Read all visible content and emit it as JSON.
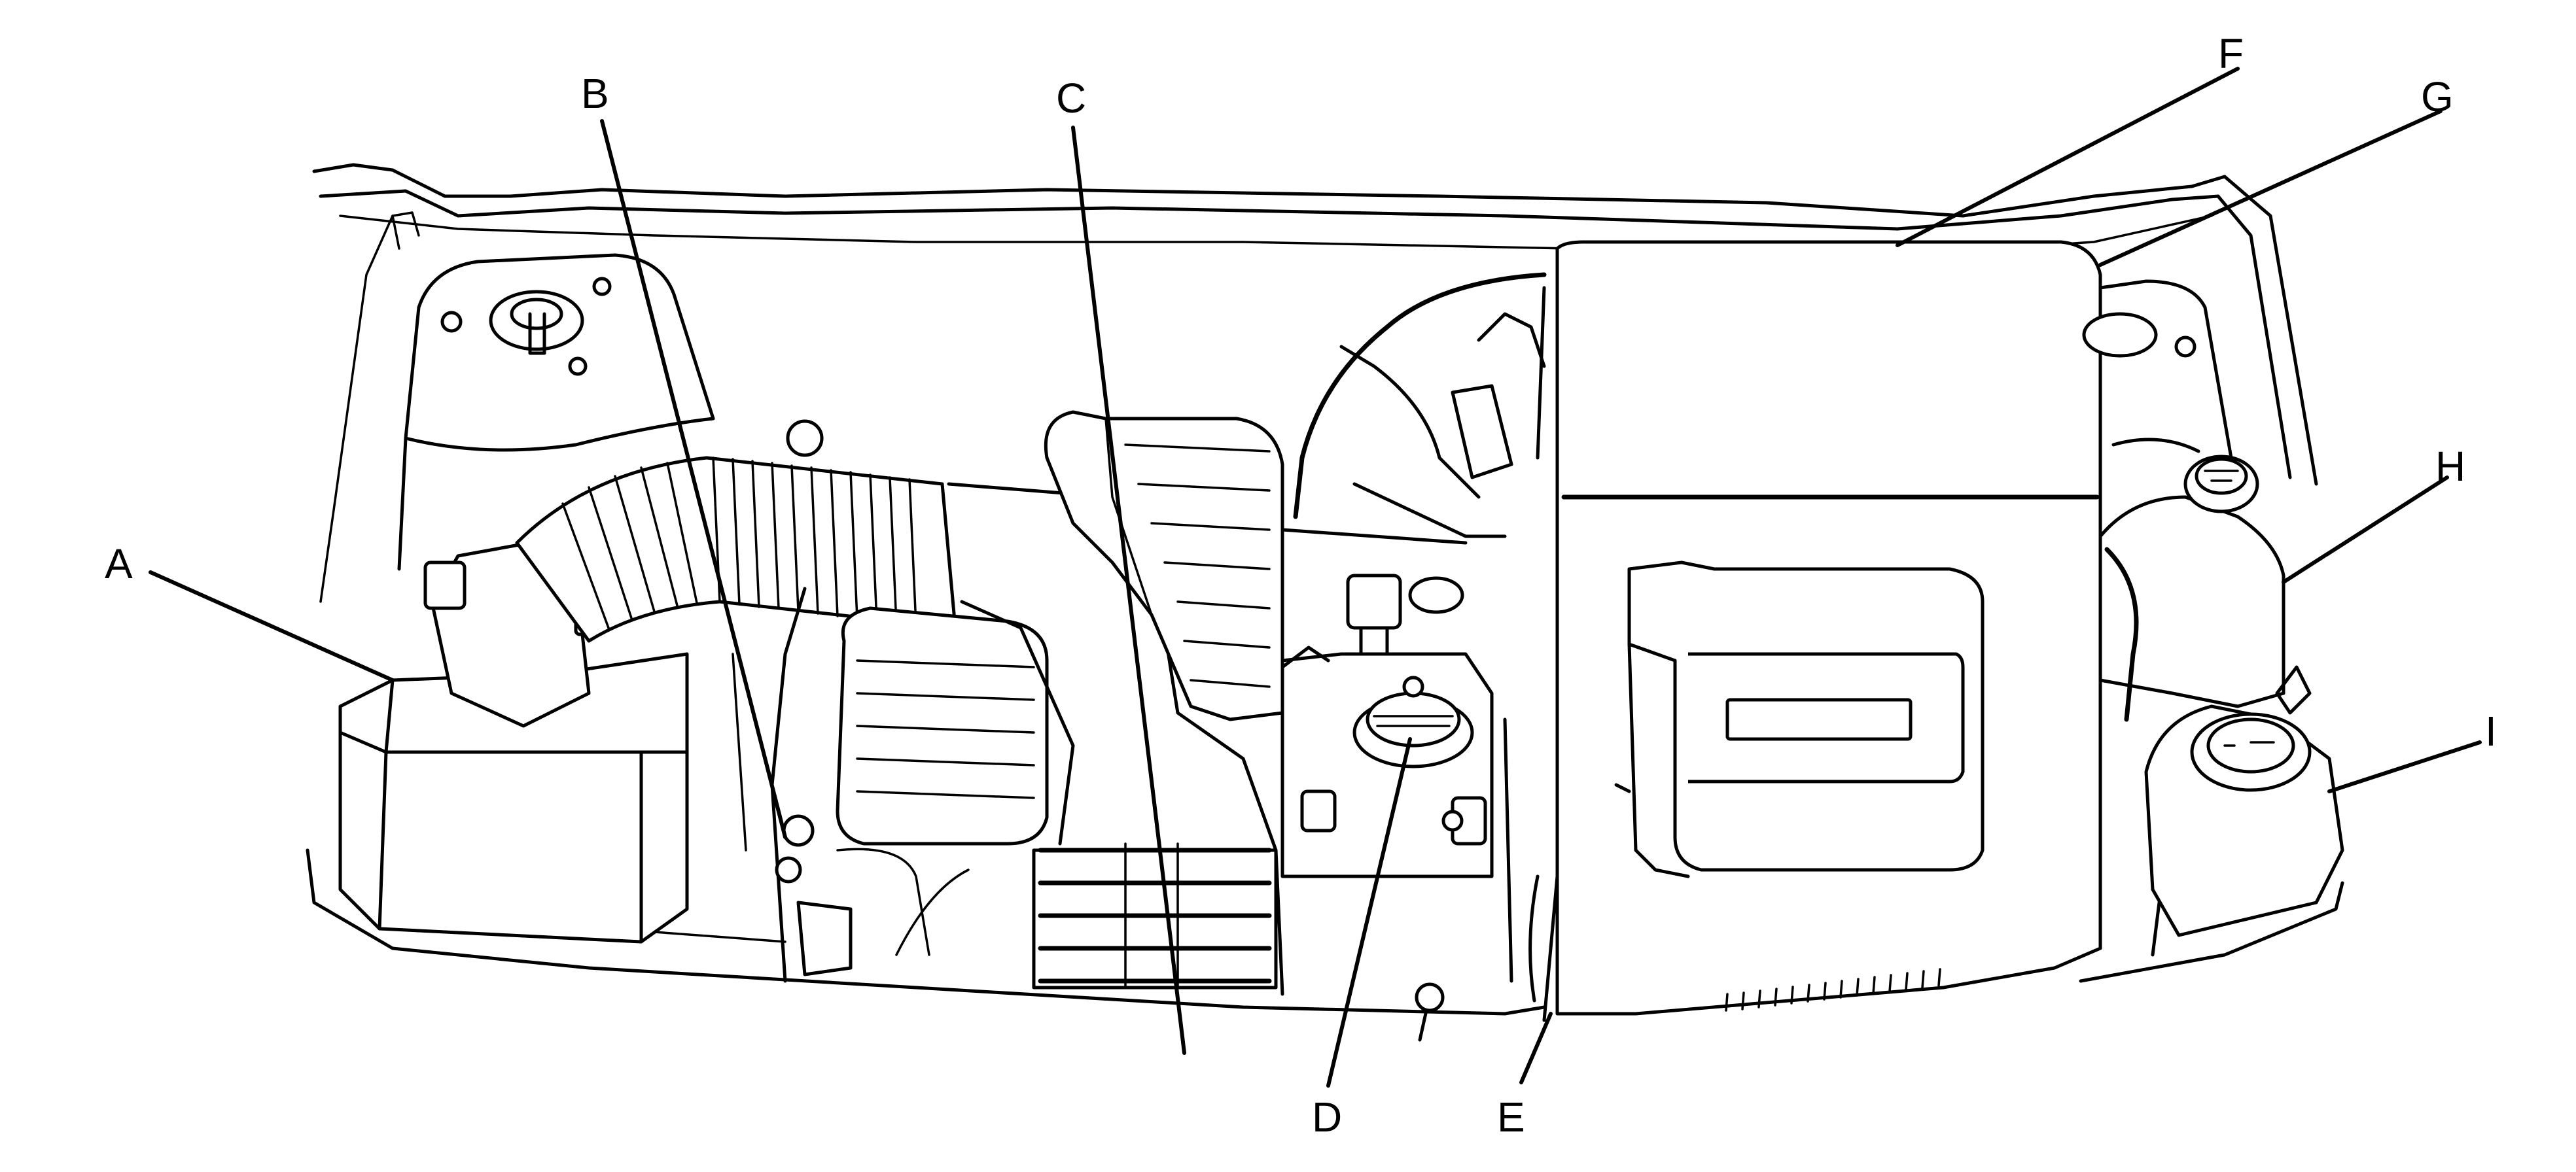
{
  "callouts": [
    {
      "id": "A",
      "label": "A"
    },
    {
      "id": "B",
      "label": "B"
    },
    {
      "id": "C",
      "label": "C"
    },
    {
      "id": "D",
      "label": "D"
    },
    {
      "id": "E",
      "label": "E"
    },
    {
      "id": "F",
      "label": "F"
    },
    {
      "id": "G",
      "label": "G"
    },
    {
      "id": "H",
      "label": "H"
    },
    {
      "id": "I",
      "label": "I"
    }
  ],
  "colors": {
    "ink": "#000000",
    "background": "#ffffff"
  }
}
